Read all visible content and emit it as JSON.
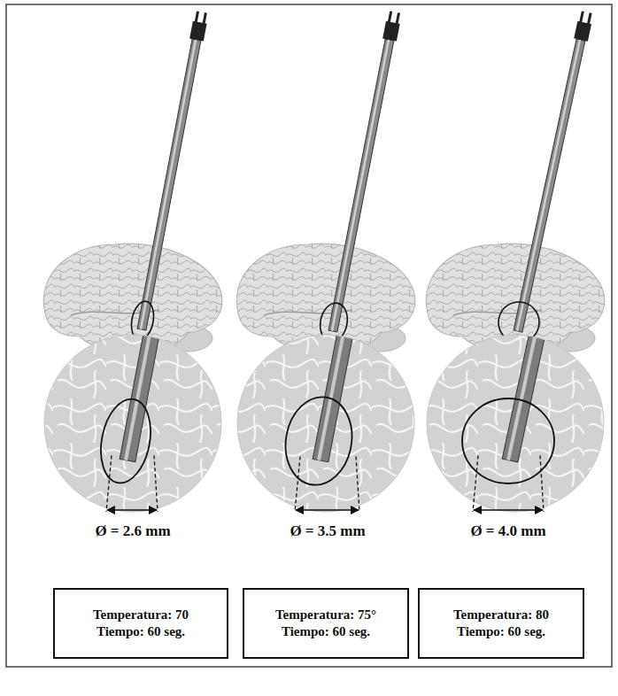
{
  "diagram": {
    "nodes": [
      {
        "text": [
          "Temperatura: 70",
          "Tiempo: 60 seg."
        ]
      },
      {
        "text": [
          "Temperatura: 75°",
          "Tiempo: 60 seg."
        ]
      },
      {
        "text": [
          "Temperatura: 80",
          "Tiempo: 60 seg."
        ]
      }
    ],
    "labels": [
      "Ø = 2.6 mm",
      "Ø = 3.5 mm",
      "Ø = 4.0 mm"
    ]
  }
}
